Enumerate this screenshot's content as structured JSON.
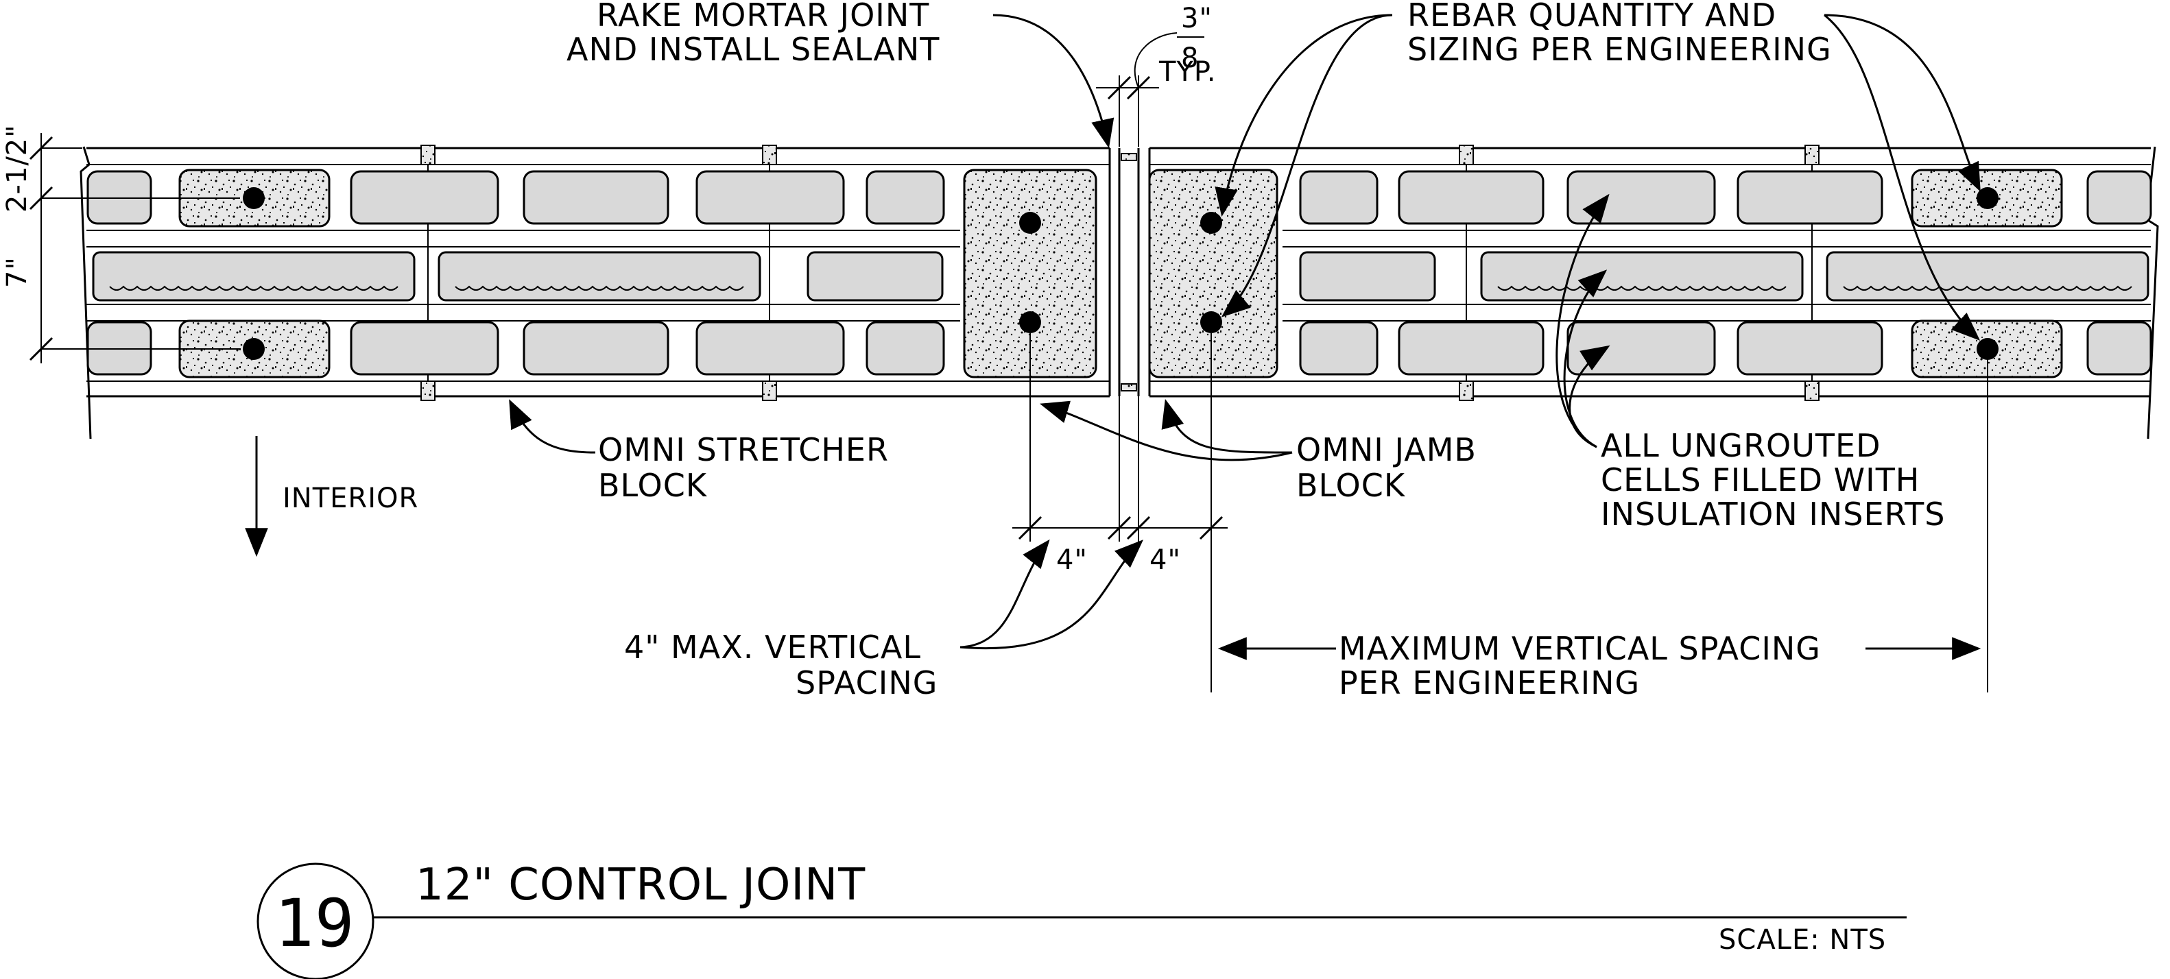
{
  "labels": {
    "rake_line1": "RAKE MORTAR JOINT",
    "rake_line2": "AND INSTALL SEALANT",
    "joint_num": "3\"",
    "joint_den": "8",
    "joint_typ": "TYP.",
    "rebar_line1": "REBAR QUANTITY AND",
    "rebar_line2": "SIZING PER ENGINEERING",
    "dim_face": "2-1/2\"",
    "dim_height": "7\"",
    "stretcher_line1": "OMNI STRETCHER",
    "stretcher_line2": "BLOCK",
    "jamb_line1": "OMNI JAMB",
    "jamb_line2": "BLOCK",
    "ungrouted_line1": "ALL UNGROUTED",
    "ungrouted_line2": "CELLS FILLED WITH",
    "ungrouted_line3": "INSULATION INSERTS",
    "interior": "INTERIOR",
    "dim_left": "4\"",
    "dim_right": "4\"",
    "max4_line1": "4\" MAX. VERTICAL",
    "max4_line2": "SPACING",
    "maxspace_line1": "MAXIMUM VERTICAL SPACING",
    "maxspace_line2": "PER ENGINEERING"
  },
  "title_block": {
    "detail_number": "19",
    "title": "12\" CONTROL JOINT",
    "scale": "SCALE: NTS"
  },
  "colors": {
    "line": "#000000",
    "insulation_fill": "#d9d9d9",
    "grout_fill": "#e8e8e8"
  }
}
